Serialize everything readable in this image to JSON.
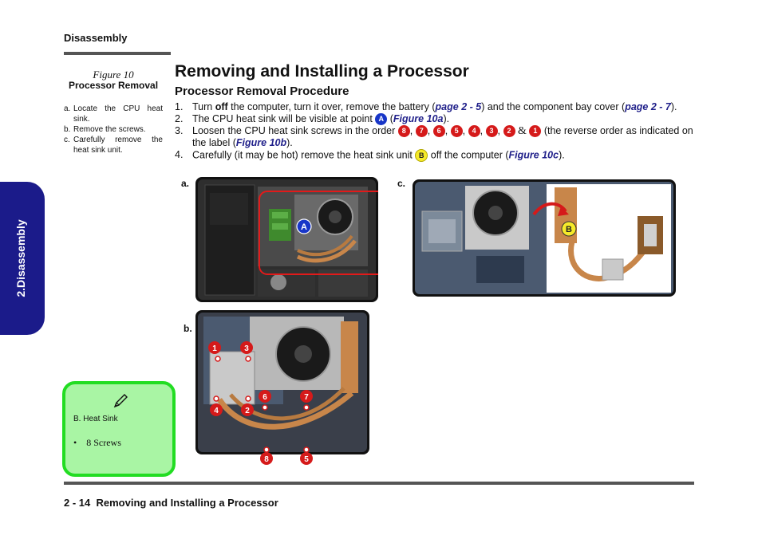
{
  "header": {
    "section": "Disassembly"
  },
  "sidebar": {
    "figure_caption": "Figure 10",
    "figure_name": "Processor Removal",
    "steps": [
      {
        "marker": "a.",
        "text": "Locate the CPU heat sink."
      },
      {
        "marker": "b.",
        "text": "Remove the screws."
      },
      {
        "marker": "c.",
        "text": "Carefully remove the heat sink unit."
      }
    ],
    "tab_label": "2.Disassembly",
    "note": {
      "item": "B.  Heat Sink",
      "spec": "8 Screws"
    }
  },
  "main": {
    "title": "Removing and Installing a Processor",
    "subtitle": "Processor Removal Procedure",
    "step1": {
      "num": "1.",
      "p1": "Turn ",
      "bold": "off",
      "p2": " the computer, turn it over, remove the battery (",
      "link1": "page 2 - 5",
      "p3": ") and the component bay cover (",
      "link2": "page 2 - 7",
      "p4": ")."
    },
    "step2": {
      "num": "2.",
      "p1": "The CPU heat sink will be visible at point ",
      "badge": "A",
      "p2": " (",
      "link": "Figure 10a",
      "p3": ")."
    },
    "step3": {
      "num": "3.",
      "p1": "Loosen the CPU heat sink screws in the order ",
      "order": [
        "8",
        "7",
        "6",
        "5",
        "4",
        "3",
        "2"
      ],
      "sep": ", ",
      "amp": "&",
      "last": "1",
      "p2": " (the reverse order as indicated on the label (",
      "link": "Figure 10b",
      "p3": ")."
    },
    "step4": {
      "num": "4.",
      "p1": "Carefully (it may be hot) remove the heat sink unit ",
      "badge": "B",
      "p2": " off the computer (",
      "link": "Figure 10c",
      "p3": ")."
    },
    "figures": {
      "a": {
        "label": "a.",
        "point": "A"
      },
      "b": {
        "label": "b.",
        "screws": [
          "1",
          "3",
          "6",
          "7",
          "4",
          "2",
          "8",
          "5"
        ]
      },
      "c": {
        "label": "c.",
        "point": "B"
      }
    }
  },
  "footer": {
    "page": "2  -  14",
    "title": "Removing and Installing a Processor"
  },
  "colors": {
    "tab": "#1b1b8a",
    "link": "#20208a",
    "screw_badge": "#d51a1a",
    "point_a": "#1836c8",
    "point_b": "#f6ea2a",
    "note_bg": "#a9f5a4",
    "note_border": "#22dd22",
    "highlight": "#e21a1a"
  }
}
